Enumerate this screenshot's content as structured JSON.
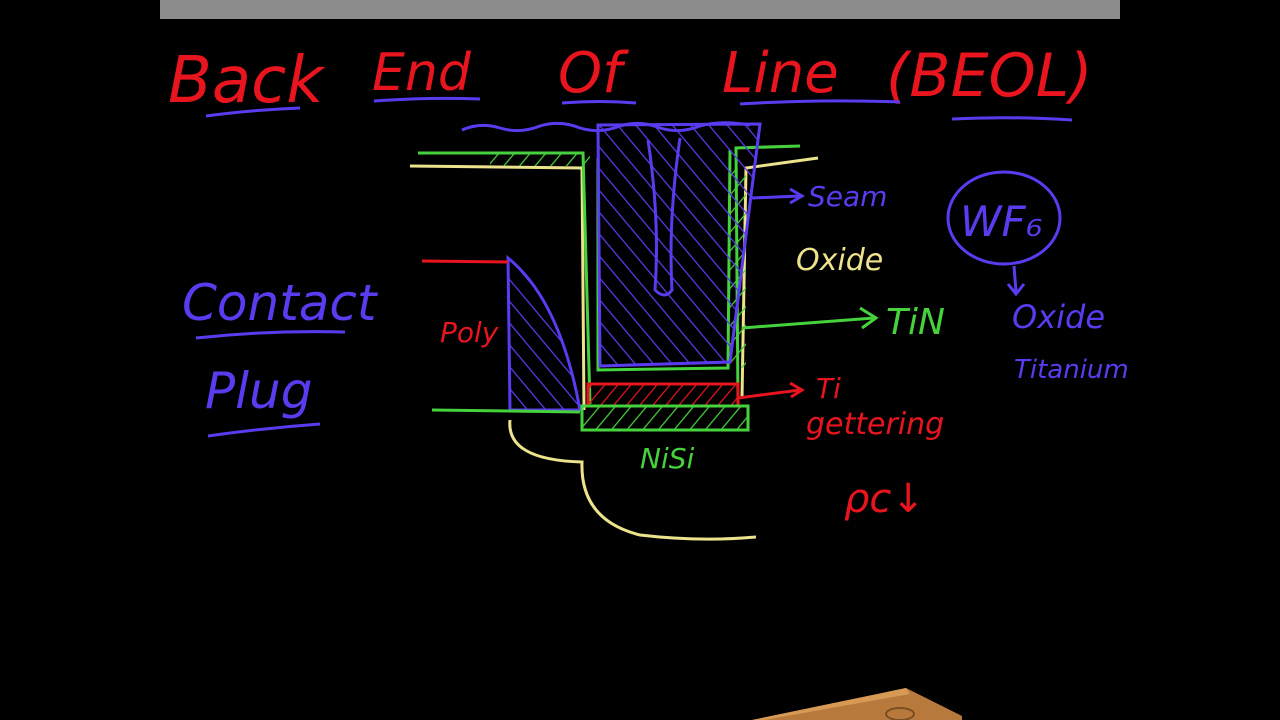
{
  "title": {
    "words": [
      "Back",
      "End",
      "Of",
      "Line",
      "(BEOL)"
    ]
  },
  "labels": {
    "contact": "Contact",
    "plug": "Plug",
    "poly": "Poly",
    "seam": "Seam",
    "oxide_right": "Oxide",
    "tin": "TiN",
    "ti": "Ti",
    "gettering": "gettering",
    "nisi": "NiSi",
    "rho_c": "ρc↓",
    "wf6": "WF₆",
    "oxide_titanium_1": "Oxide",
    "oxide_titanium_2": "Titanium"
  },
  "colors": {
    "background": "#000000",
    "red": "#e8141e",
    "blue": "#5a3cf0",
    "green": "#46d23c",
    "yellow": "#ece38c",
    "toolbar": "#8c8c8c",
    "stylus": "#b87a3c"
  },
  "icons": {
    "stylus": "stylus-pen-icon"
  }
}
